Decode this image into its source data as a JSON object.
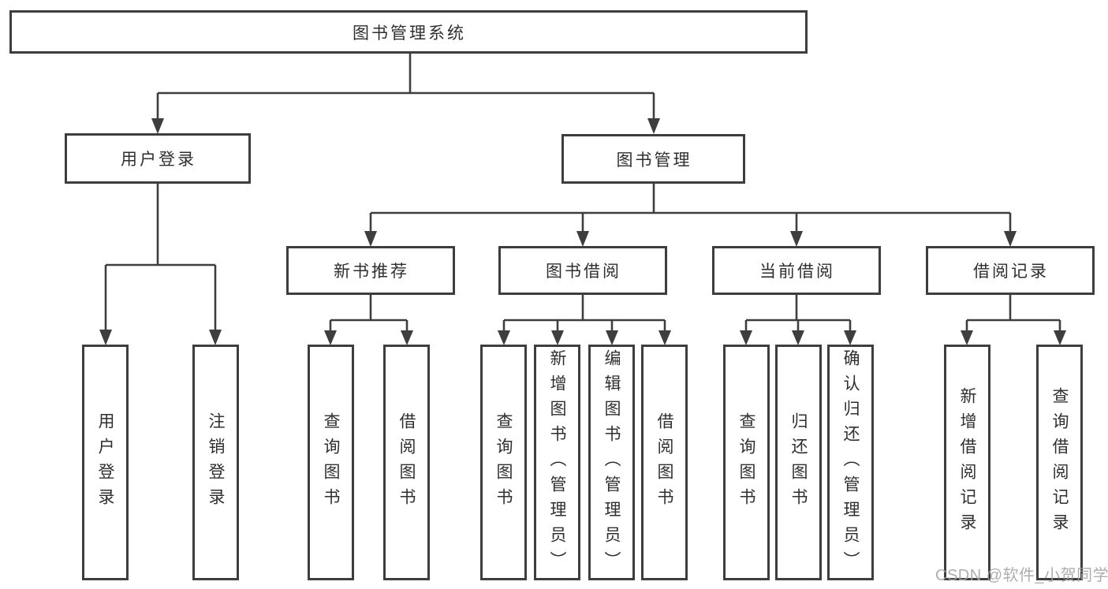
{
  "tree": {
    "label": "图书管理系统",
    "children": [
      {
        "label": "用户登录",
        "children": [
          {
            "label": "用户登录"
          },
          {
            "label": "注销登录"
          }
        ]
      },
      {
        "label": "图书管理",
        "children": [
          {
            "label": "新书推荐",
            "children": [
              {
                "label": "查询图书"
              },
              {
                "label": "借阅图书"
              }
            ]
          },
          {
            "label": "图书借阅",
            "children": [
              {
                "label": "查询图书"
              },
              {
                "label": "新增图书（管理员）"
              },
              {
                "label": "编辑图书（管理员）"
              },
              {
                "label": "借阅图书"
              }
            ]
          },
          {
            "label": "当前借阅",
            "children": [
              {
                "label": "查询图书"
              },
              {
                "label": "归还图书"
              },
              {
                "label": "确认归还（管理员）"
              }
            ]
          },
          {
            "label": "借阅记录",
            "children": [
              {
                "label": "新增借阅记录"
              },
              {
                "label": "查询借阅记录"
              }
            ]
          }
        ]
      }
    ]
  },
  "watermark": {
    "text": "CSDN @软件_小贺同学"
  },
  "colors": {
    "line": "#3e3e3e",
    "box_border": "#3e3e3e",
    "text": "#2f2f2f",
    "watermark": "#a3a3a3",
    "background": "#ffffff"
  }
}
